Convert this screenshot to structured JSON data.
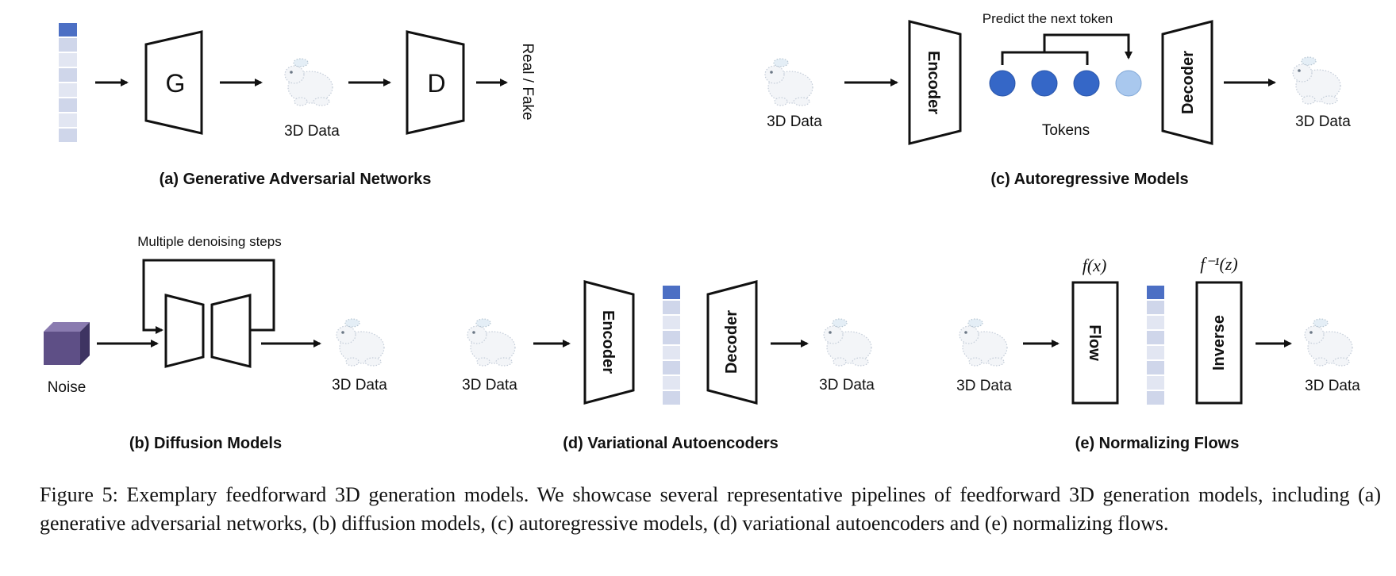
{
  "colors": {
    "latent_top": "#4c6fc4",
    "latent_rest": "#cfd6ea",
    "token_dark": "#3567c7",
    "token_light": "#a9c8ee",
    "noise_cube": "#5e4f86"
  },
  "icons": {
    "shape": "bunny-point-cloud-icon",
    "noise": "noise-cube-icon"
  },
  "panel_a": {
    "generator": "G",
    "discriminator": "D",
    "data_label": "3D Data",
    "output": "Real / Fake",
    "title": "(a) Generative Adversarial Networks"
  },
  "panel_b": {
    "loop_label": "Multiple denoising steps",
    "input_label": "Noise",
    "data_label": "3D Data",
    "title": "(b) Diffusion Models"
  },
  "panel_c": {
    "input_label": "3D Data",
    "encoder": "Encoder",
    "predict_label": "Predict the next token",
    "tokens_label": "Tokens",
    "decoder": "Decoder",
    "output_label": "3D Data",
    "title": "(c) Autoregressive Models"
  },
  "panel_d": {
    "input_label": "3D Data",
    "encoder": "Encoder",
    "decoder": "Decoder",
    "output_label": "3D Data",
    "title": "(d) Variational Autoencoders"
  },
  "panel_e": {
    "input_label": "3D Data",
    "forward_fn": "f(x)",
    "inverse_fn": "f⁻¹(z)",
    "flow": "Flow",
    "inverse": "Inverse",
    "output_label": "3D Data",
    "title": "(e) Normalizing Flows"
  },
  "caption": "Figure 5: Exemplary feedforward 3D generation models. We showcase several representative pipelines of feedforward 3D generation models, including (a) generative adversarial networks, (b) diffusion models, (c) autoregressive models, (d) variational autoencoders and (e) normalizing flows."
}
